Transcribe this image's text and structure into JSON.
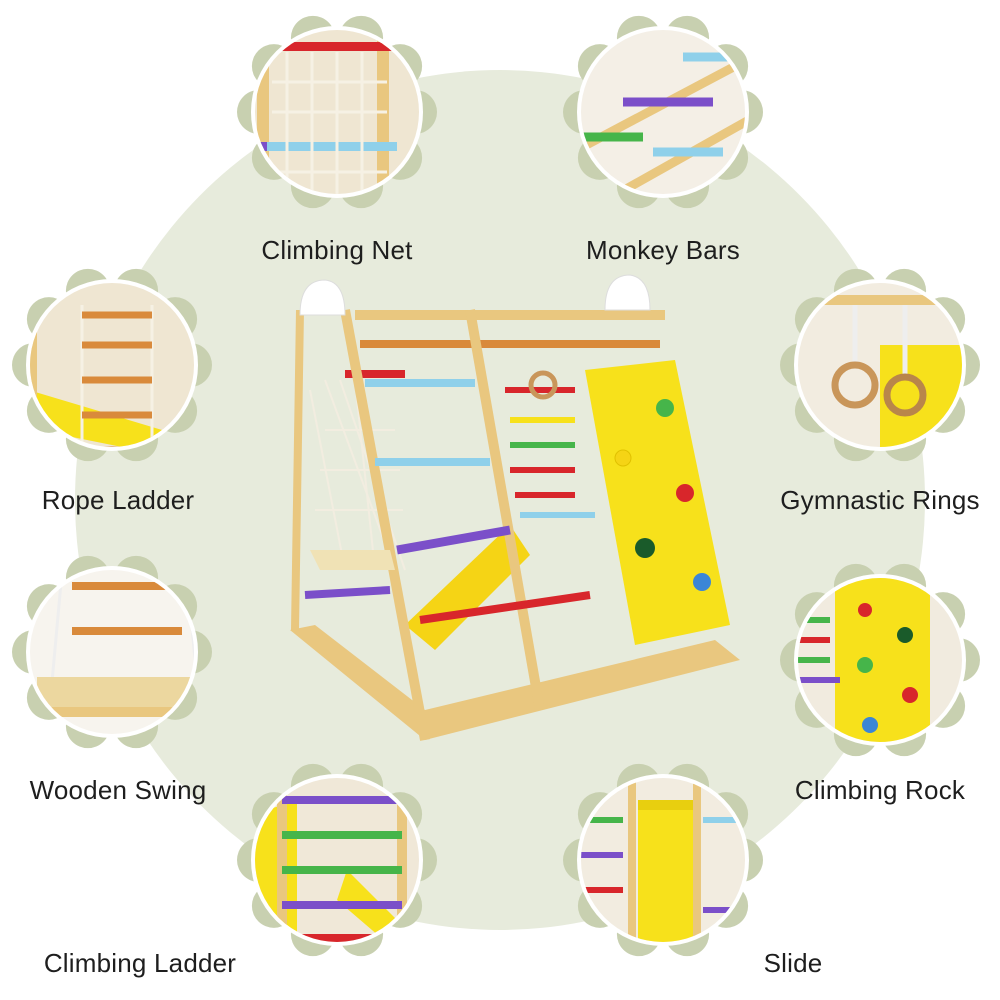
{
  "colors": {
    "blob": "#e7ebdc",
    "scallop": "#c8d0b0",
    "wood": "#e9c77f",
    "yellow": "#f7e11b",
    "red": "#d8262b",
    "blue": "#8fd0ea",
    "purple": "#7b4fc9",
    "green": "#46b54a",
    "orange": "#d98a3b"
  },
  "features": [
    {
      "label": "Climbing Net",
      "icon": "climbing-net"
    },
    {
      "label": "Monkey Bars",
      "icon": "monkey-bars"
    },
    {
      "label": "Rope Ladder",
      "icon": "rope-ladder"
    },
    {
      "label": "Gymnastic Rings",
      "icon": "gymnastic-rings"
    },
    {
      "label": "Wooden Swing",
      "icon": "wooden-swing"
    },
    {
      "label": "Climbing Rock",
      "icon": "climbing-rock"
    },
    {
      "label": "Climbing Ladder",
      "icon": "climbing-ladder"
    },
    {
      "label": "Slide",
      "icon": "slide"
    }
  ]
}
